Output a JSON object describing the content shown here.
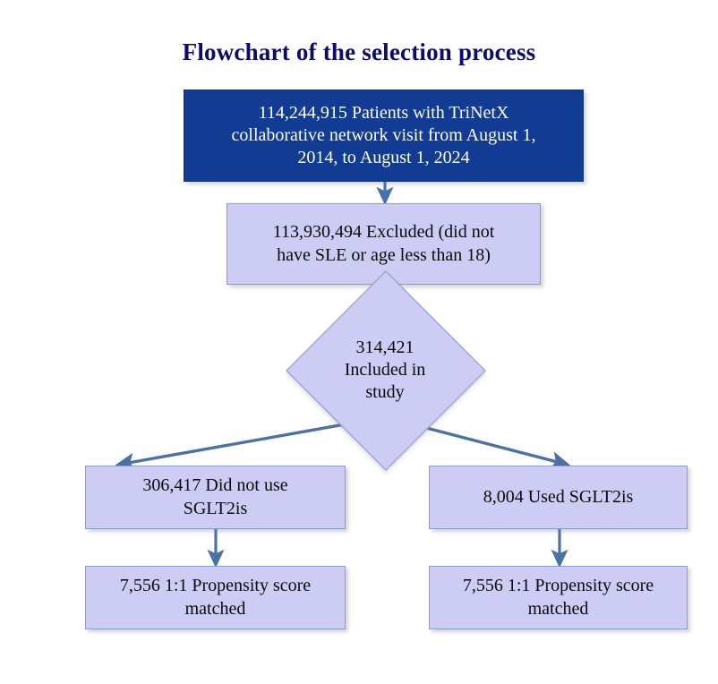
{
  "title": "Flowchart of the selection process",
  "theme": {
    "title_color": "#0b0b72",
    "primary_fill": "#123c94",
    "primary_text": "#ffffff",
    "secondary_fill": "#ccccf5",
    "secondary_text": "#0a0a0a",
    "border_color": "#8a9ccb",
    "connector_color": "#4a72a8",
    "background": "#ffffff"
  },
  "chart_data": {
    "type": "flowchart",
    "title": "Flowchart of the selection process",
    "nodes": [
      {
        "id": "source",
        "shape": "rectangle",
        "style": "primary",
        "text": "114,244,915 Patients with TriNetX collaborative network visit from August 1, 2014, to August 1, 2024",
        "count": 114244915
      },
      {
        "id": "excluded",
        "shape": "rectangle",
        "style": "secondary",
        "text": "113,930,494 Excluded (did not have SLE or age less than 18)",
        "count": 113930494
      },
      {
        "id": "included",
        "shape": "diamond",
        "style": "secondary",
        "text": "314,421 Included in study",
        "count": 314421
      },
      {
        "id": "no-sglt2is",
        "shape": "rectangle",
        "style": "secondary",
        "text": "306,417 Did not use SGLT2is",
        "count": 306417
      },
      {
        "id": "used-sglt2is",
        "shape": "rectangle",
        "style": "secondary",
        "text": "8,004 Used SGLT2is",
        "count": 8004
      },
      {
        "id": "matched-left",
        "shape": "rectangle",
        "style": "secondary",
        "text": "7,556 1:1 Propensity score matched",
        "count": 7556
      },
      {
        "id": "matched-right",
        "shape": "rectangle",
        "style": "secondary",
        "text": "7,556 1:1 Propensity score matched",
        "count": 7556
      }
    ],
    "edges": [
      {
        "from": "source",
        "to": "excluded",
        "type": "arrow-down"
      },
      {
        "from": "excluded",
        "to": "included",
        "type": "arrow-down"
      },
      {
        "from": "included",
        "to": "no-sglt2is",
        "type": "arrow-diagonal-left"
      },
      {
        "from": "included",
        "to": "used-sglt2is",
        "type": "arrow-diagonal-right"
      },
      {
        "from": "no-sglt2is",
        "to": "matched-left",
        "type": "arrow-down"
      },
      {
        "from": "used-sglt2is",
        "to": "matched-right",
        "type": "arrow-down"
      }
    ]
  },
  "nodes": {
    "source": {
      "line1": "114,244,915 Patients with TriNetX",
      "line2": "collaborative network visit from August 1,",
      "line3": "2014, to August 1, 2024",
      "text": "114,244,915 Patients with TriNetX\ncollaborative network visit from August 1,\n2014, to August 1, 2024"
    },
    "excluded": {
      "line1": "113,930,494 Excluded (did not",
      "line2": "have SLE or age less than 18)",
      "text": "113,930,494 Excluded (did not\nhave SLE or age less than 18)"
    },
    "included": {
      "line1": "314,421",
      "line2": "Included in",
      "line3": "study",
      "text": "314,421\nIncluded in\nstudy"
    },
    "no_sglt2is": {
      "line1": "306,417 Did not use",
      "line2": "SGLT2is",
      "text": "306,417 Did not use\nSGLT2is"
    },
    "used_sglt2is": {
      "line1": "8,004 Used SGLT2is",
      "text": "8,004 Used SGLT2is"
    },
    "matched_left": {
      "line1": "7,556 1:1 Propensity score",
      "line2": "matched",
      "text": "7,556 1:1 Propensity score\nmatched"
    },
    "matched_right": {
      "line1": "7,556 1:1 Propensity score",
      "line2": "matched",
      "text": "7,556 1:1 Propensity score\nmatched"
    }
  }
}
